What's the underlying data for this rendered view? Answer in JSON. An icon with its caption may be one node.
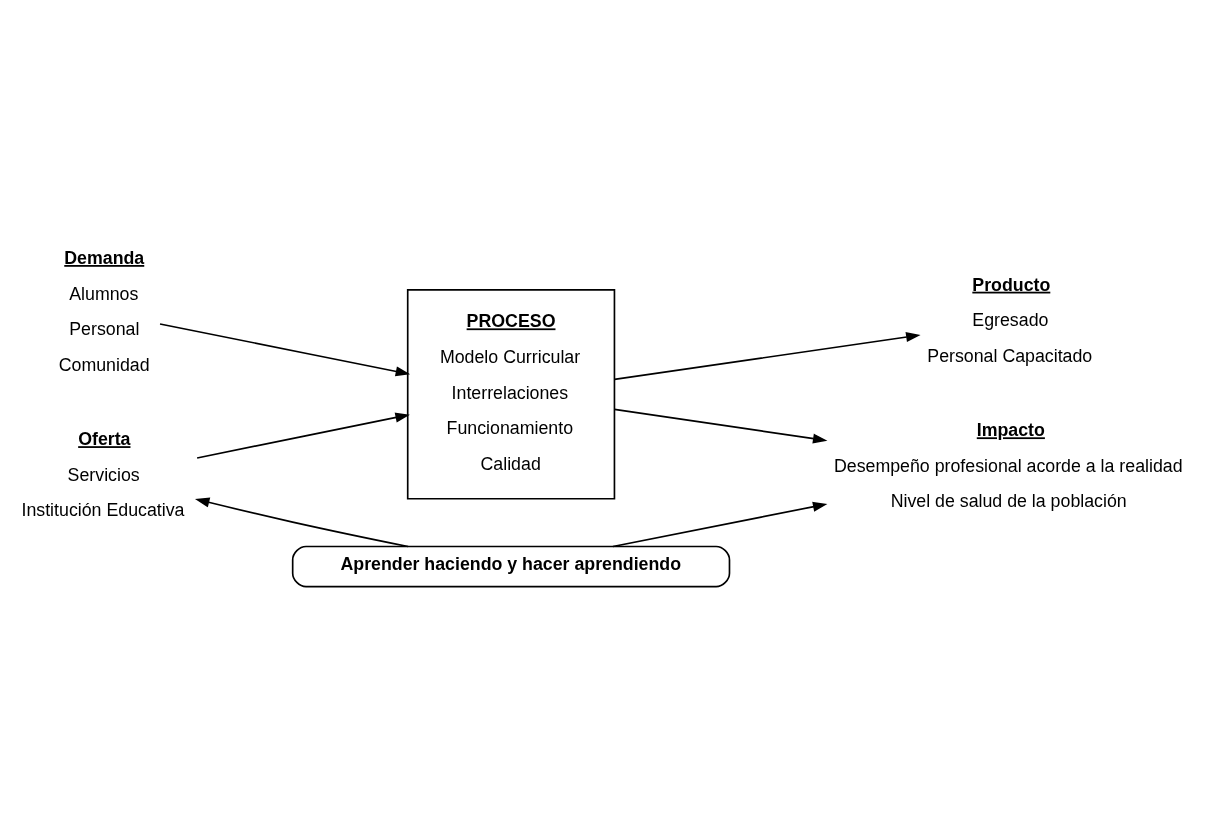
{
  "diagram": {
    "nodes": [
      {
        "text": [
          "Demanda",
          "Alumnos",
          "Personal",
          "Comunidad"
        ]
      },
      {
        "text": [
          "PROCESO",
          "Modelo Curricular",
          "Interrelaciones",
          "Funcionamiento",
          "Calidad"
        ]
      },
      {
        "text": [
          "Producto",
          "Egresado",
          "Personal Capacitado"
        ]
      },
      {
        "text": [
          "Oferta",
          "Servicios",
          "Institución Educativa"
        ]
      },
      {
        "text": [
          "Impacto",
          "Desempeño profesional acorde a la realidad",
          "Nivel de salud de la población"
        ]
      },
      {
        "text": [
          "Aprender haciendo y hacer aprendiendo"
        ]
      }
    ],
    "edges": [
      {
        "from": 0,
        "to": 1,
        "arrow": "to"
      },
      {
        "from": 3,
        "to": 1,
        "arrow": "to"
      },
      {
        "from": 1,
        "to": 2,
        "arrow": "to"
      },
      {
        "from": 1,
        "to": 4,
        "arrow": "to"
      },
      {
        "from": 5,
        "to": 3,
        "arrow": "to"
      },
      {
        "from": 5,
        "to": 4,
        "arrow": "to"
      }
    ]
  }
}
